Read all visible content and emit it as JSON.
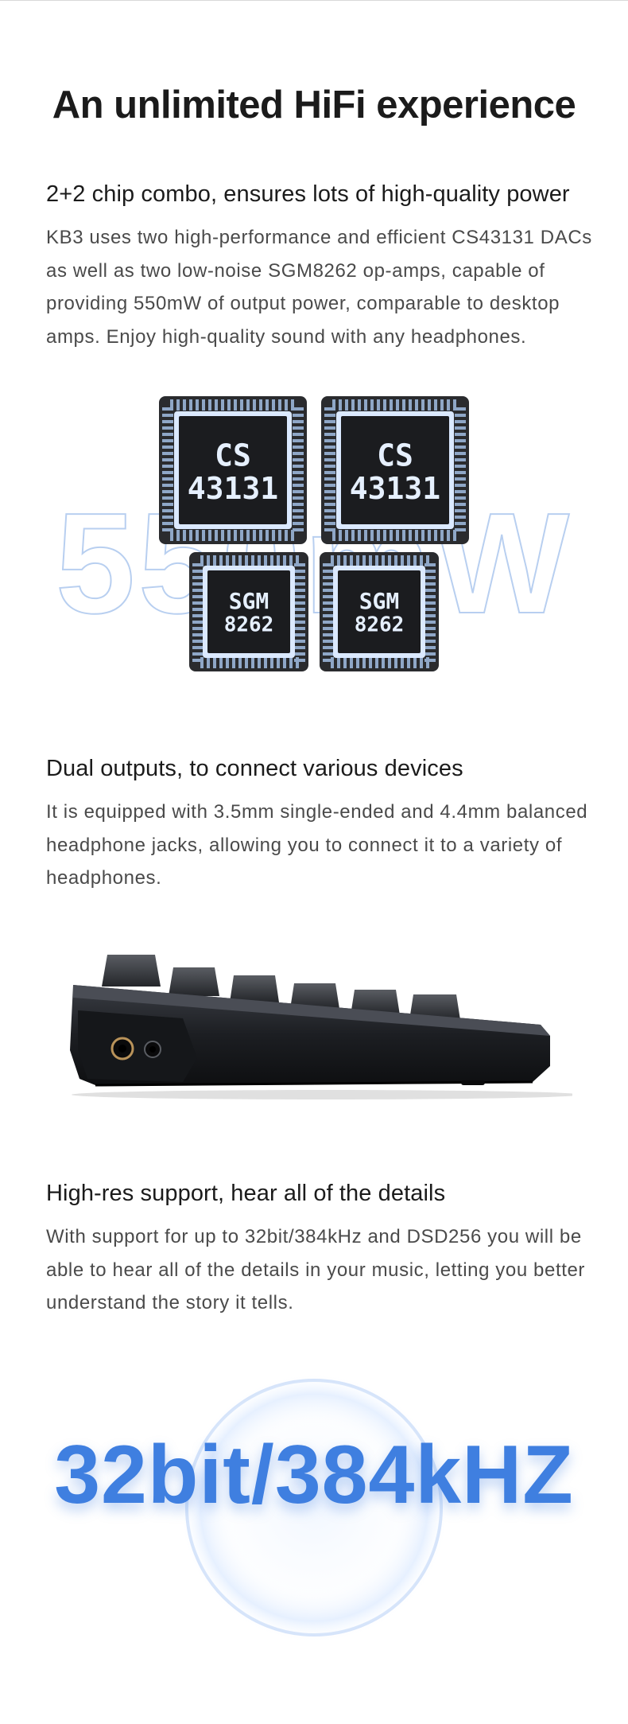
{
  "page": {
    "title": "An unlimited HiFi experience",
    "accent_color": "#3f7fe0"
  },
  "sections": [
    {
      "heading": "2+2 chip combo, ensures lots of high-quality power",
      "body": "KB3 uses two high-performance and efficient CS43131 DACs as well as two low-noise SGM8262 op-amps, capable of providing 550mW of output power, comparable to desktop amps.  Enjoy high-quality sound with any headphones."
    },
    {
      "heading": "Dual outputs, to connect various devices",
      "body": "It is equipped with 3.5mm single-ended and 4.4mm balanced headphone jacks, allowing you to connect it to a variety of headphones."
    },
    {
      "heading": "High-res support, hear all of the details",
      "body": "With support for up to 32bit/384kHz and DSD256 you will be able to hear all of the details in your music, letting you better understand the story it tells."
    }
  ],
  "chip_graphic": {
    "background_text": "550mW",
    "dac_chips": [
      {
        "line1": "CS",
        "line2": "43131"
      },
      {
        "line1": "CS",
        "line2": "43131"
      }
    ],
    "opamp_chips": [
      {
        "line1": "SGM",
        "line2": "8262"
      },
      {
        "line1": "SGM",
        "line2": "8262"
      }
    ]
  },
  "keyboard_graphic": {
    "icon": "keyboard-side-view"
  },
  "hires_graphic": {
    "text": "32bit/384kHZ"
  }
}
